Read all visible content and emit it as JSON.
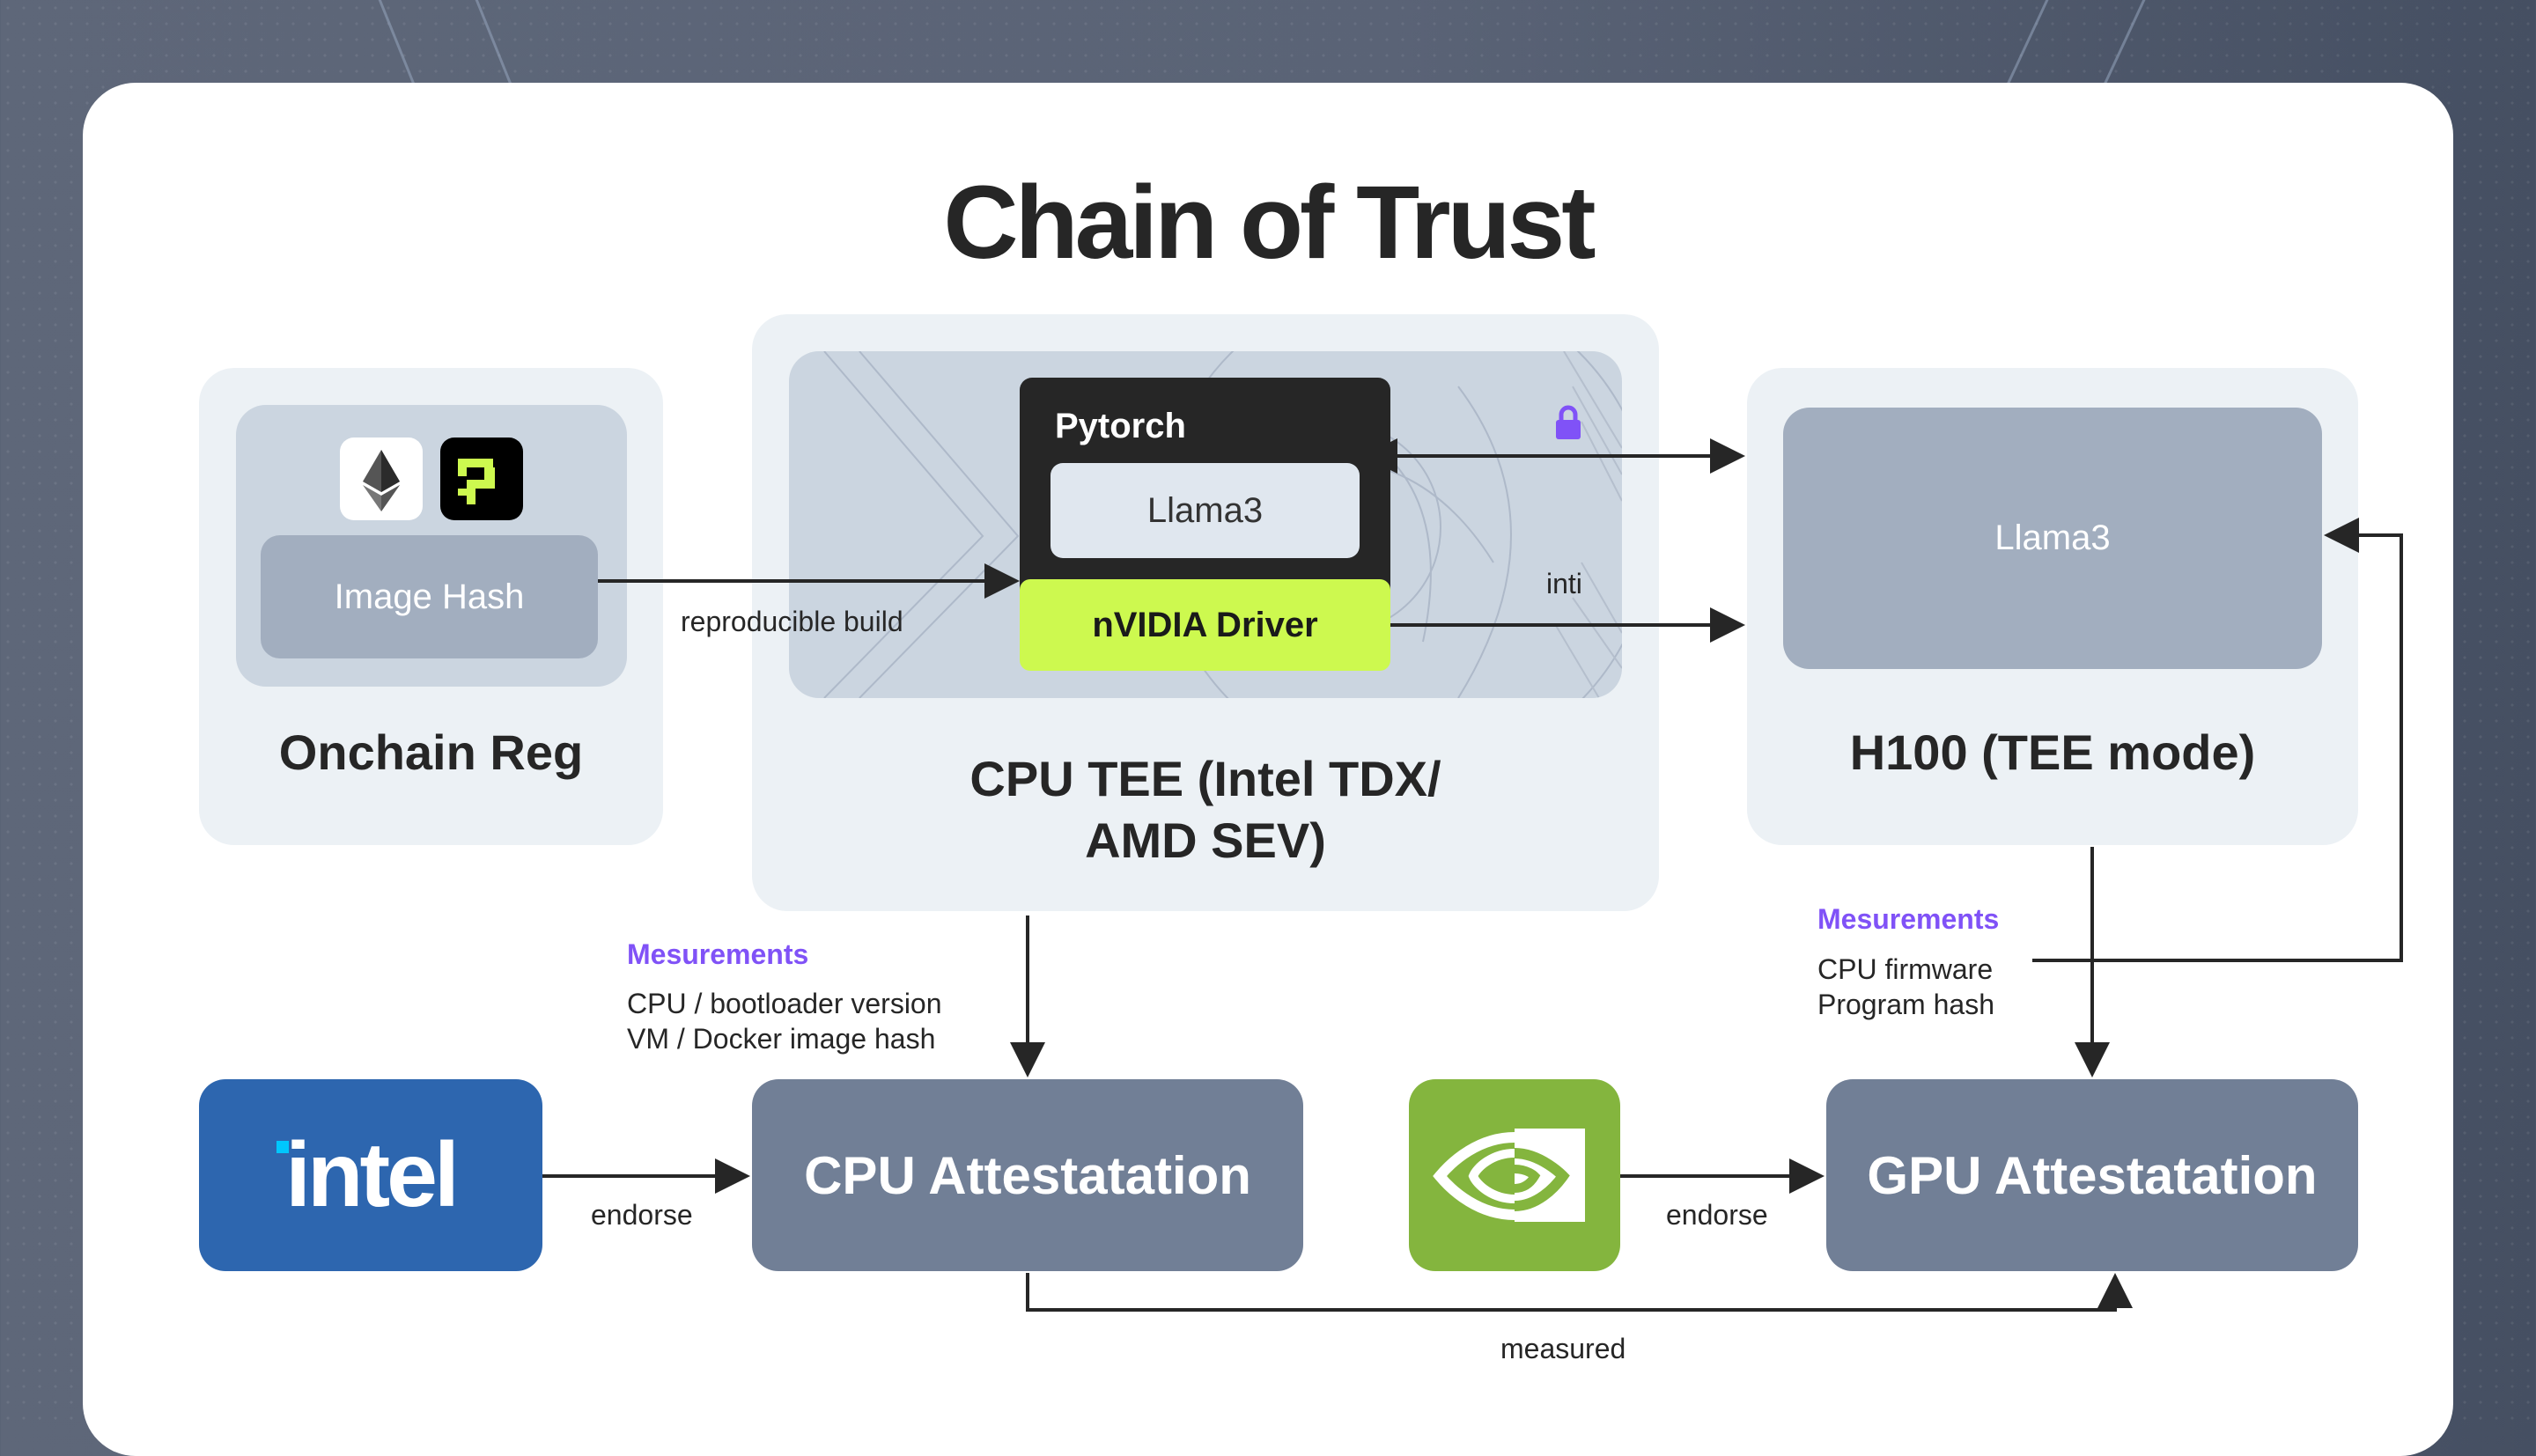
{
  "title": "Chain of Trust",
  "onchain": {
    "title": "Onchain Reg",
    "image_hash": "Image Hash",
    "icons": [
      "ethereum-icon",
      "phala-icon"
    ]
  },
  "cpu_tee": {
    "title_line1": "CPU TEE (Intel TDX/",
    "title_line2": "AMD SEV)",
    "pytorch": "Pytorch",
    "llama": "Llama3",
    "driver": "nVIDIA Driver",
    "lock_icon": "lock-icon"
  },
  "h100": {
    "title": "H100 (TEE mode)",
    "llama": "Llama3"
  },
  "edges": {
    "reproducible_build": "reproducible build",
    "inti": "inti",
    "endorse_cpu": "endorse",
    "endorse_gpu": "endorse",
    "measured": "measured"
  },
  "cpu_measurements": {
    "heading": "Mesurements",
    "lines": [
      "CPU / bootloader version",
      "VM / Docker image hash"
    ]
  },
  "gpu_measurements": {
    "heading": "Mesurements",
    "lines": [
      "CPU firmware",
      "Program hash"
    ]
  },
  "intel_logo": "intel",
  "cpu_attestation": "CPU Attestatation",
  "gpu_attestation": "GPU Attestatation",
  "colors": {
    "accent_purple": "#8052f7",
    "driver_green": "#cdf94f",
    "intel_blue": "#2d66af",
    "nvidia_green": "#84b53e",
    "attestation_slate": "#717f96"
  }
}
